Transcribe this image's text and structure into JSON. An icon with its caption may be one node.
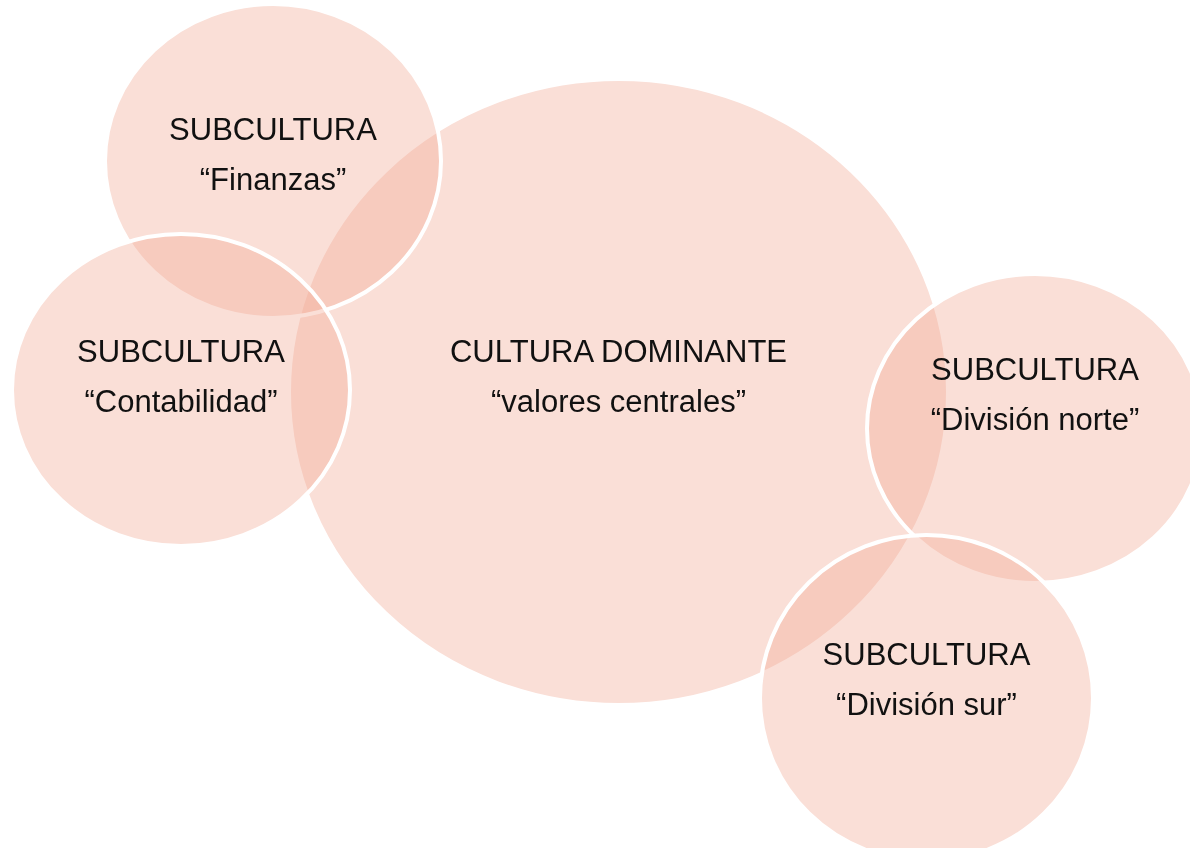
{
  "diagram": {
    "nodes": [
      {
        "text": [
          "SUBCULTURA",
          "“Finanzas”"
        ]
      },
      {
        "text": [
          "SUBCULTURA",
          "“Contabilidad”"
        ]
      },
      {
        "text": [
          "CULTURA DOMINANTE",
          "“valores centrales”"
        ]
      },
      {
        "text": [
          "SUBCULTURA",
          "“División norte”"
        ]
      },
      {
        "text": [
          "SUBCULTURA",
          "“División sur”"
        ]
      }
    ]
  }
}
